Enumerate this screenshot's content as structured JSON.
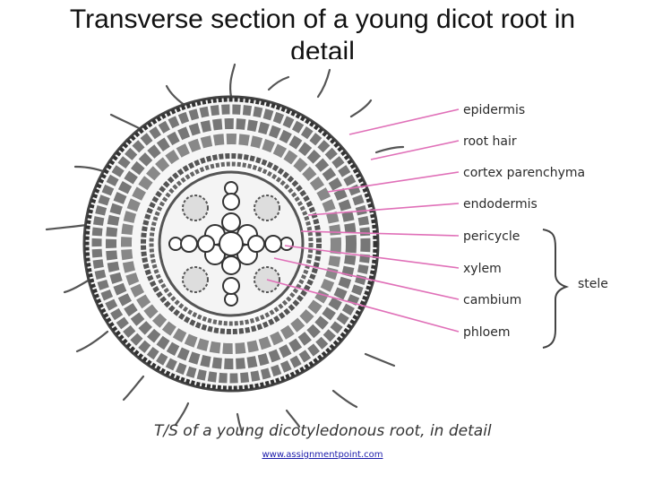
{
  "slide": {
    "title": "Transverse section of a young dicot root in detail"
  },
  "diagram": {
    "labels": [
      {
        "key": "epidermis",
        "text": "epidermis"
      },
      {
        "key": "root-hair",
        "text": "root hair"
      },
      {
        "key": "cortex-parenchyma",
        "text": "cortex parenchyma"
      },
      {
        "key": "endodermis",
        "text": "endodermis"
      },
      {
        "key": "pericycle",
        "text": "pericycle"
      },
      {
        "key": "xylem",
        "text": "xylem"
      },
      {
        "key": "cambium",
        "text": "cambium"
      },
      {
        "key": "phloem",
        "text": "phloem"
      }
    ],
    "group_label": "stele",
    "caption": "T/S of a young dicotyledonous root, in detail",
    "leader_color": "#e070b8"
  },
  "footer": {
    "link_text": "www.assignmentpoint.com"
  }
}
